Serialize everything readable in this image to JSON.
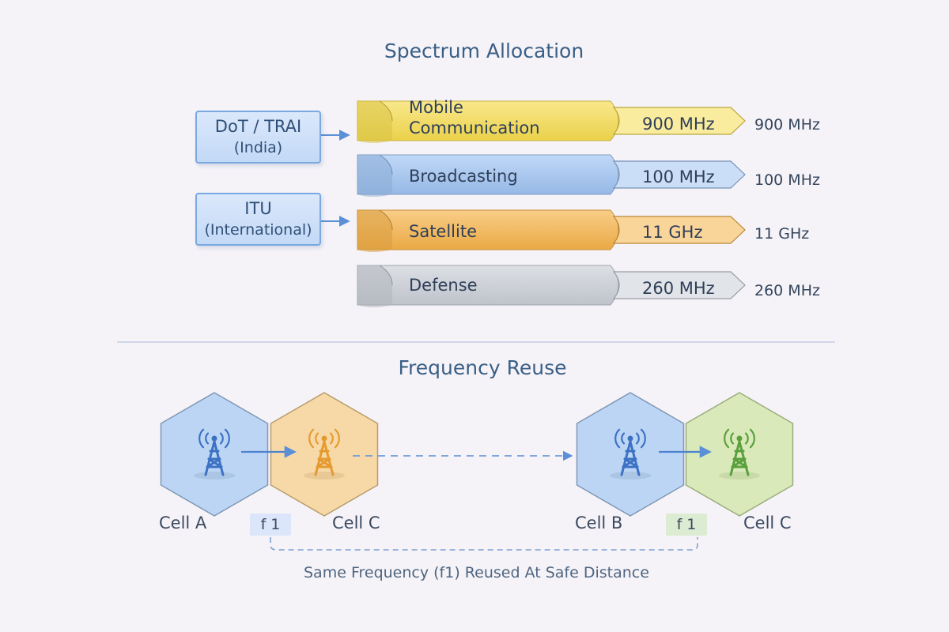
{
  "spectrum": {
    "title": "Spectrum Allocation",
    "authorities": [
      {
        "name": "DoT / TRAI",
        "region": "(India)"
      },
      {
        "name": "ITU",
        "region": "(International)"
      }
    ],
    "bands": [
      {
        "line1": "Mobile",
        "line2": "Communication",
        "value": "900 MHz",
        "outside_value": "900 MHz",
        "color": "#f6dc4e"
      },
      {
        "line1": "Broadcasting",
        "line2": "",
        "value": "100 MHz",
        "outside_value": "100 MHz",
        "color": "#9ec3f2"
      },
      {
        "line1": "Satellite",
        "line2": "",
        "value": "11 GHz",
        "outside_value": "11 GHz",
        "color": "#f6b248"
      },
      {
        "line1": "Defense",
        "line2": "",
        "value": "260 MHz",
        "outside_value": "260 MHz",
        "color": "#c9cdd6"
      }
    ]
  },
  "reuse": {
    "title": "Frequency Reuse",
    "cells": [
      {
        "label": "Cell A",
        "color": "#a9cbf3"
      },
      {
        "label": "Cell C",
        "color": "#f7d08e"
      },
      {
        "label": "Cell B",
        "color": "#a9cbf3"
      },
      {
        "label": "Cell C",
        "color": "#cfe6a6"
      }
    ],
    "tags": [
      {
        "text": "f 1",
        "color": "#dce6fa"
      },
      {
        "text": "f 1",
        "color": "#dcecd2"
      }
    ],
    "caption": "Same Frequency (f1) Reused At Safe Distance"
  }
}
